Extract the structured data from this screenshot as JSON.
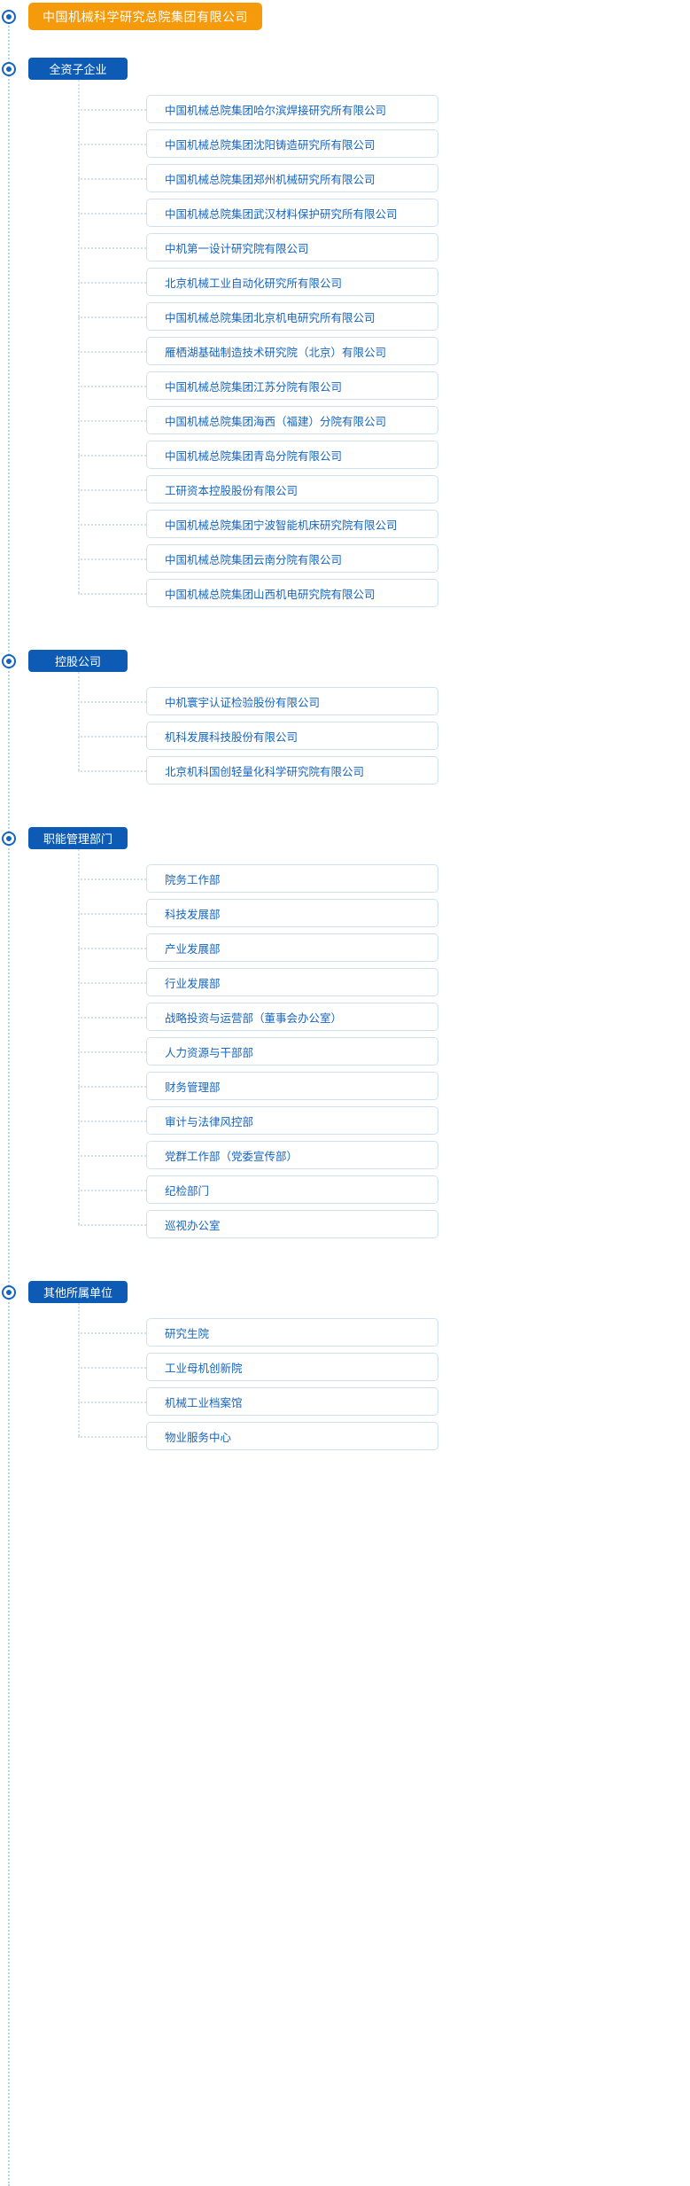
{
  "root": {
    "label": "中国机械科学研究总院集团有限公司",
    "color": "#f59a0b"
  },
  "theme": {
    "chip_color": "#0d5bb5",
    "leaf_text_color": "#1565c0",
    "leaf_border_color": "#cfe0f1",
    "rail_color": "#b9d2ec"
  },
  "sections": [
    {
      "label": "全资子企业",
      "items": [
        "中国机械总院集团哈尔滨焊接研究所有限公司",
        "中国机械总院集团沈阳铸造研究所有限公司",
        "中国机械总院集团郑州机械研究所有限公司",
        "中国机械总院集团武汉材料保护研究所有限公司",
        "中机第一设计研究院有限公司",
        "北京机械工业自动化研究所有限公司",
        "中国机械总院集团北京机电研究所有限公司",
        "雁栖湖基础制造技术研究院（北京）有限公司",
        "中国机械总院集团江苏分院有限公司",
        "中国机械总院集团海西（福建）分院有限公司",
        "中国机械总院集团青岛分院有限公司",
        "工研资本控股股份有限公司",
        "中国机械总院集团宁波智能机床研究院有限公司",
        "中国机械总院集团云南分院有限公司",
        "中国机械总院集团山西机电研究院有限公司"
      ]
    },
    {
      "label": "控股公司",
      "items": [
        "中机寰宇认证检验股份有限公司",
        "机科发展科技股份有限公司",
        "北京机科国创轻量化科学研究院有限公司"
      ]
    },
    {
      "label": "职能管理部门",
      "items": [
        "院务工作部",
        "科技发展部",
        "产业发展部",
        "行业发展部",
        "战略投资与运营部（董事会办公室）",
        "人力资源与干部部",
        "财务管理部",
        "审计与法律风控部",
        "党群工作部（党委宣传部）",
        "纪检部门",
        "巡视办公室"
      ]
    },
    {
      "label": "其他所属单位",
      "items": [
        "研究生院",
        "工业母机创新院",
        "机械工业档案馆",
        "物业服务中心"
      ]
    }
  ]
}
